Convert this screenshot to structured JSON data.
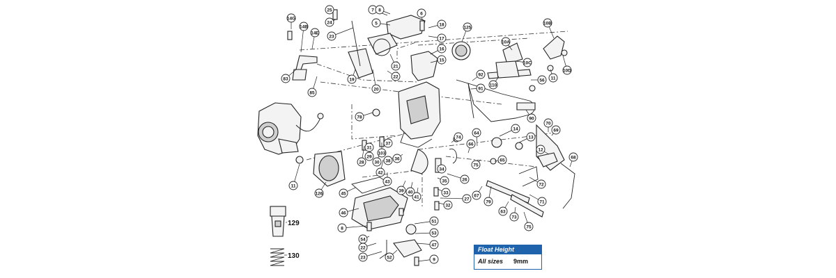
{
  "callouts": [
    {
      "id": "c1",
      "label": "14G"
    },
    {
      "id": "c2",
      "label": "14B"
    },
    {
      "id": "c3",
      "label": "14E"
    },
    {
      "id": "c4",
      "label": "83"
    },
    {
      "id": "c5",
      "label": "85"
    },
    {
      "id": "c6",
      "label": "25"
    },
    {
      "id": "c7",
      "label": "24"
    },
    {
      "id": "c8",
      "label": "23"
    },
    {
      "id": "c9",
      "label": "19"
    },
    {
      "id": "c10",
      "label": "20"
    },
    {
      "id": "c11",
      "label": "21"
    },
    {
      "id": "c12",
      "label": "22"
    },
    {
      "id": "c13",
      "label": "7"
    },
    {
      "id": "c14",
      "label": "8"
    },
    {
      "id": "c15",
      "label": "5"
    },
    {
      "id": "c16",
      "label": "6"
    },
    {
      "id": "c17",
      "label": "18"
    },
    {
      "id": "c18",
      "label": "17"
    },
    {
      "id": "c19",
      "label": "16"
    },
    {
      "id": "c20",
      "label": "15"
    },
    {
      "id": "c21",
      "label": "125"
    },
    {
      "id": "c22",
      "label": "10B"
    },
    {
      "id": "c23",
      "label": "10A"
    },
    {
      "id": "c24",
      "label": "10C"
    },
    {
      "id": "c25",
      "label": "11"
    },
    {
      "id": "c26",
      "label": "10D"
    },
    {
      "id": "c27",
      "label": "92"
    },
    {
      "id": "c28",
      "label": "91"
    },
    {
      "id": "c29",
      "label": "110"
    },
    {
      "id": "c30",
      "label": "56"
    },
    {
      "id": "c31",
      "label": "90"
    },
    {
      "id": "c32",
      "label": "78"
    },
    {
      "id": "c33",
      "label": "11"
    },
    {
      "id": "c34",
      "label": "126"
    },
    {
      "id": "c35",
      "label": "70"
    },
    {
      "id": "c36",
      "label": "69"
    },
    {
      "id": "c37",
      "label": "14"
    },
    {
      "id": "c38",
      "label": "13"
    },
    {
      "id": "c39",
      "label": "12"
    },
    {
      "id": "c40",
      "label": "68"
    },
    {
      "id": "c41",
      "label": "74"
    },
    {
      "id": "c42",
      "label": "66"
    },
    {
      "id": "c43",
      "label": "64"
    },
    {
      "id": "c44",
      "label": "75"
    },
    {
      "id": "c45",
      "label": "65"
    },
    {
      "id": "c46",
      "label": "72"
    },
    {
      "id": "c47",
      "label": "71"
    },
    {
      "id": "c48",
      "label": "79"
    },
    {
      "id": "c49",
      "label": "67"
    },
    {
      "id": "c50",
      "label": "63"
    },
    {
      "id": "c51",
      "label": "73"
    },
    {
      "id": "c52",
      "label": "75"
    },
    {
      "id": "c53",
      "label": "34"
    },
    {
      "id": "c54",
      "label": "26"
    },
    {
      "id": "c55",
      "label": "35"
    },
    {
      "id": "c56",
      "label": "33"
    },
    {
      "id": "c57",
      "label": "27"
    },
    {
      "id": "c58",
      "label": "32"
    },
    {
      "id": "c59",
      "label": "36"
    },
    {
      "id": "c60",
      "label": "37"
    },
    {
      "id": "c61",
      "label": "38"
    },
    {
      "id": "c62",
      "label": "39"
    },
    {
      "id": "c63",
      "label": "40"
    },
    {
      "id": "c64",
      "label": "41"
    },
    {
      "id": "c65",
      "label": "42"
    },
    {
      "id": "c66",
      "label": "43"
    },
    {
      "id": "c67",
      "label": "28"
    },
    {
      "id": "c68",
      "label": "29"
    },
    {
      "id": "c69",
      "label": "30"
    },
    {
      "id": "c70",
      "label": "31"
    },
    {
      "id": "c71",
      "label": "103"
    },
    {
      "id": "c72",
      "label": "45"
    },
    {
      "id": "c73",
      "label": "46"
    },
    {
      "id": "c74",
      "label": "8"
    },
    {
      "id": "c75",
      "label": "54"
    },
    {
      "id": "c76",
      "label": "22"
    },
    {
      "id": "c77",
      "label": "23"
    },
    {
      "id": "c78",
      "label": "52"
    },
    {
      "id": "c79",
      "label": "51"
    },
    {
      "id": "c80",
      "label": "53"
    },
    {
      "id": "c81",
      "label": "47"
    },
    {
      "id": "c82",
      "label": "9"
    }
  ],
  "kit_labels": {
    "jet": "129",
    "spring": "130"
  },
  "float_height": {
    "title": "Float Height",
    "row_label": "All sizes",
    "row_value": "9mm"
  }
}
